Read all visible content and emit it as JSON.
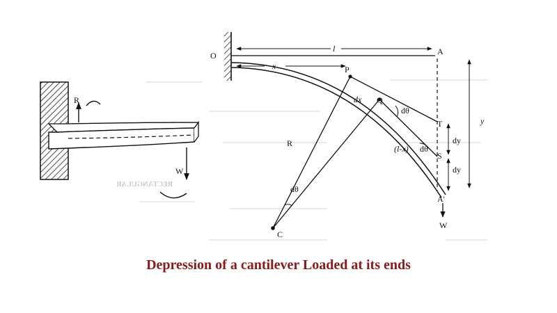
{
  "caption": "Depression of a cantilever Loaded at its ends",
  "colors": {
    "caption": "#8b1a1a",
    "ink": "#111111",
    "ghost": "#b9b9b9"
  },
  "left_figure": {
    "label_R": "R",
    "label_W": "W",
    "bleed_text": "RECTANGULAR"
  },
  "right_figure": {
    "label_O": "O",
    "label_l": "l",
    "label_A": "A",
    "label_x": "x",
    "label_P": "P",
    "label_dx": "dx",
    "label_Q": "Q",
    "label_dtheta_top": "dθ",
    "label_T": "T",
    "label_y": "y",
    "label_R": "R",
    "label_lx": "(l-x)",
    "label_dtheta_mid": "dθ",
    "label_S": "S",
    "label_dy1": "dy",
    "label_dy2": "dy",
    "label_dtheta_bottom": "dθ",
    "label_A_prime": "A'",
    "label_C": "C",
    "label_W": "W"
  }
}
